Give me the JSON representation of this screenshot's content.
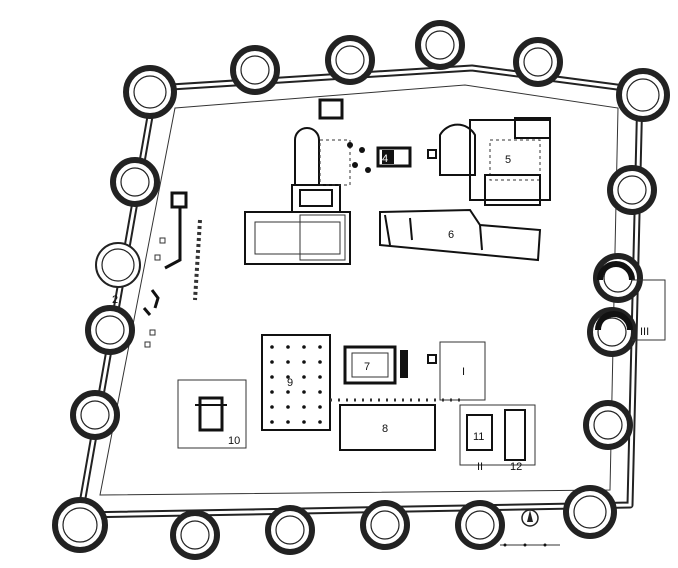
{
  "plan": {
    "labels": {
      "n1": "I",
      "n2": "2",
      "n3": "III",
      "n4": "4",
      "n5": "5",
      "n6": "6",
      "n7": "7",
      "n8": "8",
      "n9": "9",
      "n10": "10",
      "n11": "11",
      "n12": "12",
      "n_ii": "II"
    }
  }
}
